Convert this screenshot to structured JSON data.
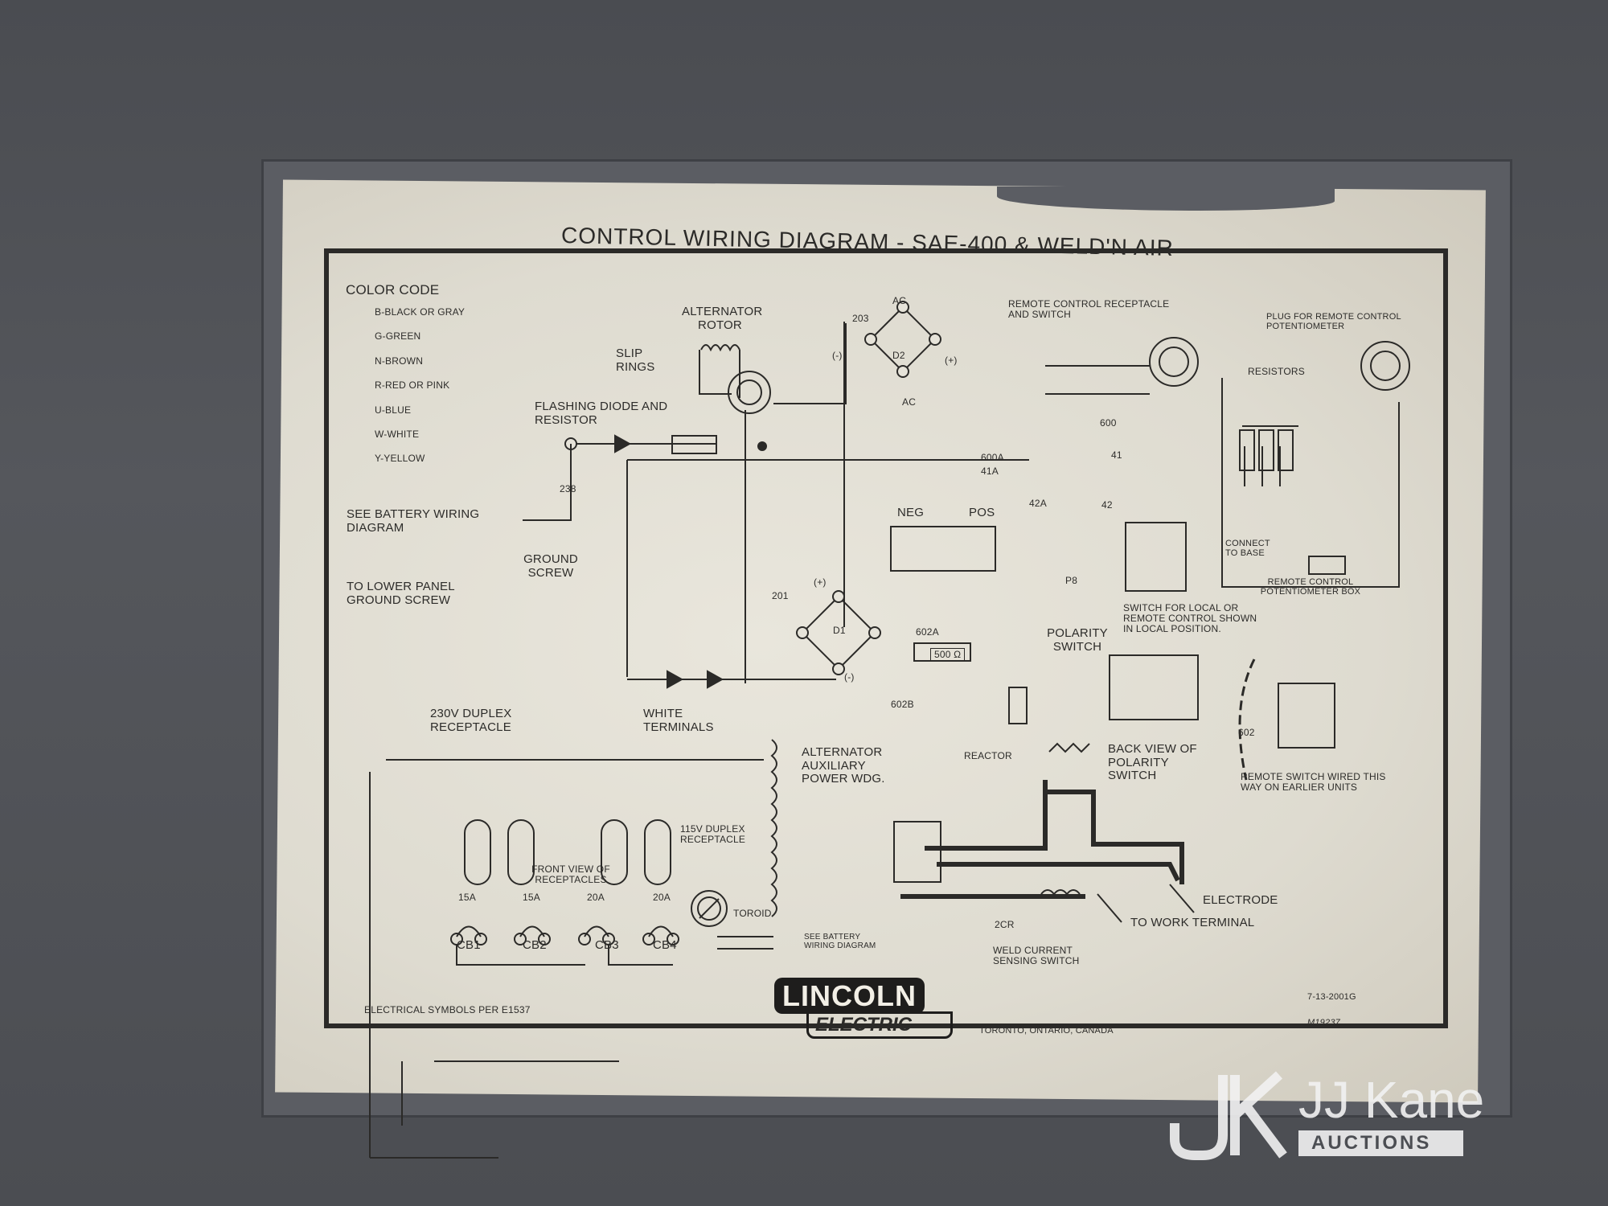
{
  "title": "CONTROL  WIRING DIAGRAM - SAE-400 & WELD'N AIR",
  "color_code": {
    "heading": "COLOR CODE",
    "items": [
      "B-BLACK OR GRAY",
      "G-GREEN",
      "N-BROWN",
      "R-RED OR PINK",
      "U-BLUE",
      "W-WHITE",
      "Y-YELLOW"
    ]
  },
  "labels": {
    "alternator_rotor": "ALTERNATOR ROTOR",
    "slip_rings": "SLIP RINGS",
    "flashing_diode": "FLASHING DIODE AND RESISTOR",
    "see_battery": "SEE BATTERY WIRING DIAGRAM",
    "ground_screw": "GROUND SCREW",
    "lower_panel": "TO LOWER PANEL GROUND SCREW",
    "duplex_230": "230V DUPLEX RECEPTACLE",
    "white_terminals": "WHITE TERMINALS",
    "aux_power": "ALTERNATOR AUXILIARY POWER WDG.",
    "duplex_115": "115V DUPLEX RECEPTACLE",
    "front_view": "FRONT VIEW OF RECEPTACLES",
    "toroid": "TOROID",
    "see_battery_small": "SEE BATTERY WIRING DIAGRAM",
    "symbols": "ELECTRICAL SYMBOLS PER E1537",
    "remote_receptacle": "REMOTE CONTROL RECEPTACLE AND SWITCH",
    "plug_remote": "PLUG FOR REMOTE CONTROL POTENTIOMETER",
    "resistors": "RESISTORS",
    "connect_base": "CONNECT TO BASE",
    "pot_box": "REMOTE CONTROL POTENTIOMETER BOX",
    "local_switch": "SWITCH FOR LOCAL OR REMOTE CONTROL SHOWN IN LOCAL POSITION.",
    "polarity_switch": "POLARITY SWITCH",
    "back_view": "BACK VIEW OF POLARITY SWITCH",
    "remote_earlier": "REMOTE SWITCH WIRED THIS WAY ON EARLIER UNITS",
    "reactor": "REACTOR",
    "electrode": "ELECTRODE",
    "work_terminal": "TO WORK TERMINAL",
    "weld_sensing": "WELD CURRENT SENSING SWITCH",
    "cr2": "2CR",
    "neg": "NEG",
    "pos": "POS",
    "p8": "P8",
    "d1": "D1",
    "d2": "D2",
    "ohm": "500 Ω",
    "w602a": "602A",
    "w602b": "602B",
    "w600a": "600A",
    "w41a": "41A",
    "w42a": "42A",
    "w600": "600",
    "w41": "41",
    "w42": "42",
    "w602": "602",
    "w201": "201",
    "w203": "203",
    "w238": "238",
    "ac": "AC",
    "plus": "(+)",
    "minus": "(-)"
  },
  "breakers": [
    {
      "rating": "15A",
      "name": "CB1"
    },
    {
      "rating": "15A",
      "name": "CB2"
    },
    {
      "rating": "20A",
      "name": "CB3"
    },
    {
      "rating": "20A",
      "name": "CB4"
    }
  ],
  "footer": {
    "brand_line1": "LINCOLN",
    "brand_line2": "ELECTRIC",
    "location": "TORONTO, ONTARIO, CANADA",
    "date_code": "7-13-2001G",
    "part_no": "M19237"
  },
  "watermark": {
    "name": "JJ Kane",
    "sub": "AUCTIONS"
  }
}
